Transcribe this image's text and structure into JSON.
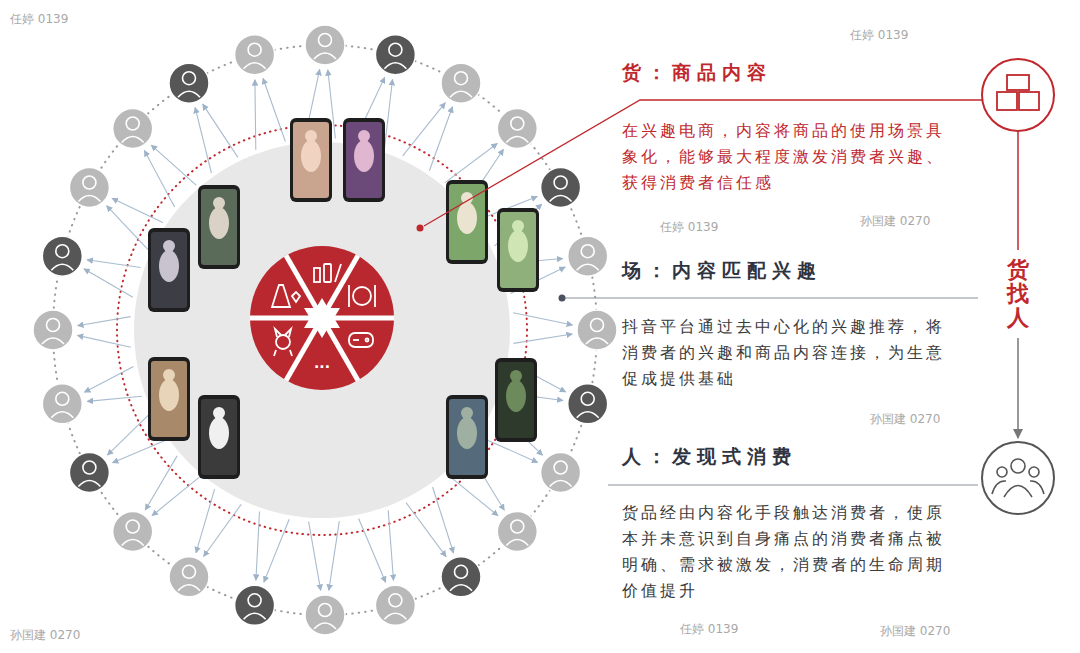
{
  "diagram": {
    "nodes": [
      {
        "text": [
          "货：商品内容",
          "在兴趣电商，内容将商品的使用场景具象化，能够最大程度激发消费者兴趣、获得消费者信任感"
        ]
      },
      {
        "text": [
          "场：内容匹配兴趣",
          "抖音平台通过去中心化的兴趣推荐，将消费者的兴趣和商品内容连接，为生意促成提供基础"
        ]
      },
      {
        "text": [
          "人：发现式消费",
          "货品经由内容化手段触达消费者，使原本并未意识到自身痛点的消费者痛点被明确、需求被激发，消费者的生命周期价值提升"
        ]
      }
    ],
    "labels": [
      "...",
      "货找人",
      "任婷 0139",
      "孙国建 0270",
      "任婷 0139",
      "孙国建 0270",
      "任婷 0139",
      "孙国建 0270",
      "任婷 0139",
      "孙国建 0270"
    ]
  }
}
